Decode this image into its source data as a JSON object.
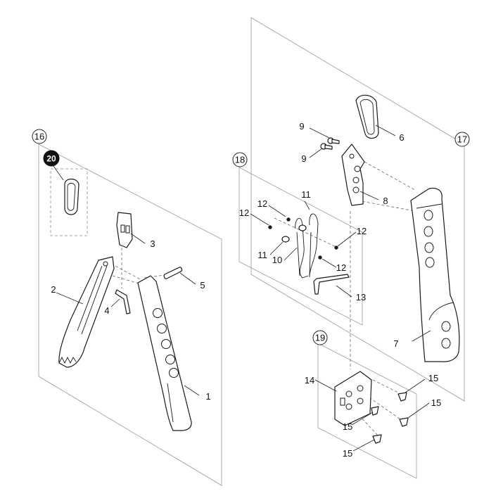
{
  "assemblies": [
    {
      "id": "assembly-16",
      "label": "16",
      "filled": false
    },
    {
      "id": "assembly-17",
      "label": "17",
      "filled": false
    },
    {
      "id": "assembly-18",
      "label": "18",
      "filled": false
    },
    {
      "id": "assembly-19",
      "label": "19",
      "filled": false
    },
    {
      "id": "assembly-20",
      "label": "20",
      "filled": true
    }
  ],
  "callouts": [
    {
      "id": "part-1",
      "label": "1"
    },
    {
      "id": "part-2",
      "label": "2"
    },
    {
      "id": "part-3",
      "label": "3"
    },
    {
      "id": "part-4",
      "label": "4"
    },
    {
      "id": "part-5",
      "label": "5"
    },
    {
      "id": "part-6",
      "label": "6"
    },
    {
      "id": "part-7",
      "label": "7"
    },
    {
      "id": "part-8",
      "label": "8"
    },
    {
      "id": "part-9a",
      "label": "9"
    },
    {
      "id": "part-9b",
      "label": "9"
    },
    {
      "id": "part-10",
      "label": "10"
    },
    {
      "id": "part-11a",
      "label": "11"
    },
    {
      "id": "part-11b",
      "label": "11"
    },
    {
      "id": "part-12a",
      "label": "12"
    },
    {
      "id": "part-12b",
      "label": "12"
    },
    {
      "id": "part-12c",
      "label": "12"
    },
    {
      "id": "part-12d",
      "label": "12"
    },
    {
      "id": "part-13",
      "label": "13"
    },
    {
      "id": "part-14",
      "label": "14"
    },
    {
      "id": "part-15a",
      "label": "15"
    },
    {
      "id": "part-15b",
      "label": "15"
    },
    {
      "id": "part-15c",
      "label": "15"
    },
    {
      "id": "part-15d",
      "label": "15"
    }
  ]
}
